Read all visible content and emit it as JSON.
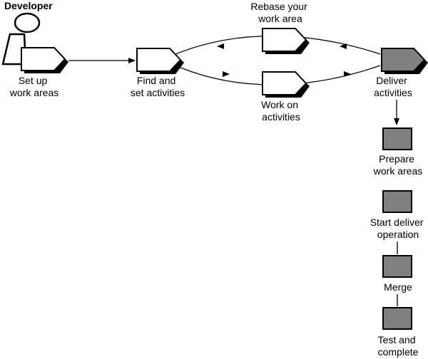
{
  "actor": {
    "label": "Developer"
  },
  "steps": {
    "setup": [
      "Set up",
      "work areas"
    ],
    "find": [
      "Find and",
      "set activities"
    ],
    "rebase": [
      "Rebase your",
      "work area"
    ],
    "work": [
      "Work on",
      "activities"
    ],
    "deliver": [
      "Deliver",
      "activities"
    ]
  },
  "substeps": [
    [
      "Prepare",
      "work areas"
    ],
    [
      "Start deliver",
      "operation"
    ],
    [
      "Merge"
    ],
    [
      "Test and",
      "complete"
    ]
  ],
  "colors": {
    "outline": "#000000",
    "light_fill": "#ffffff",
    "dark_fill": "#808080"
  }
}
